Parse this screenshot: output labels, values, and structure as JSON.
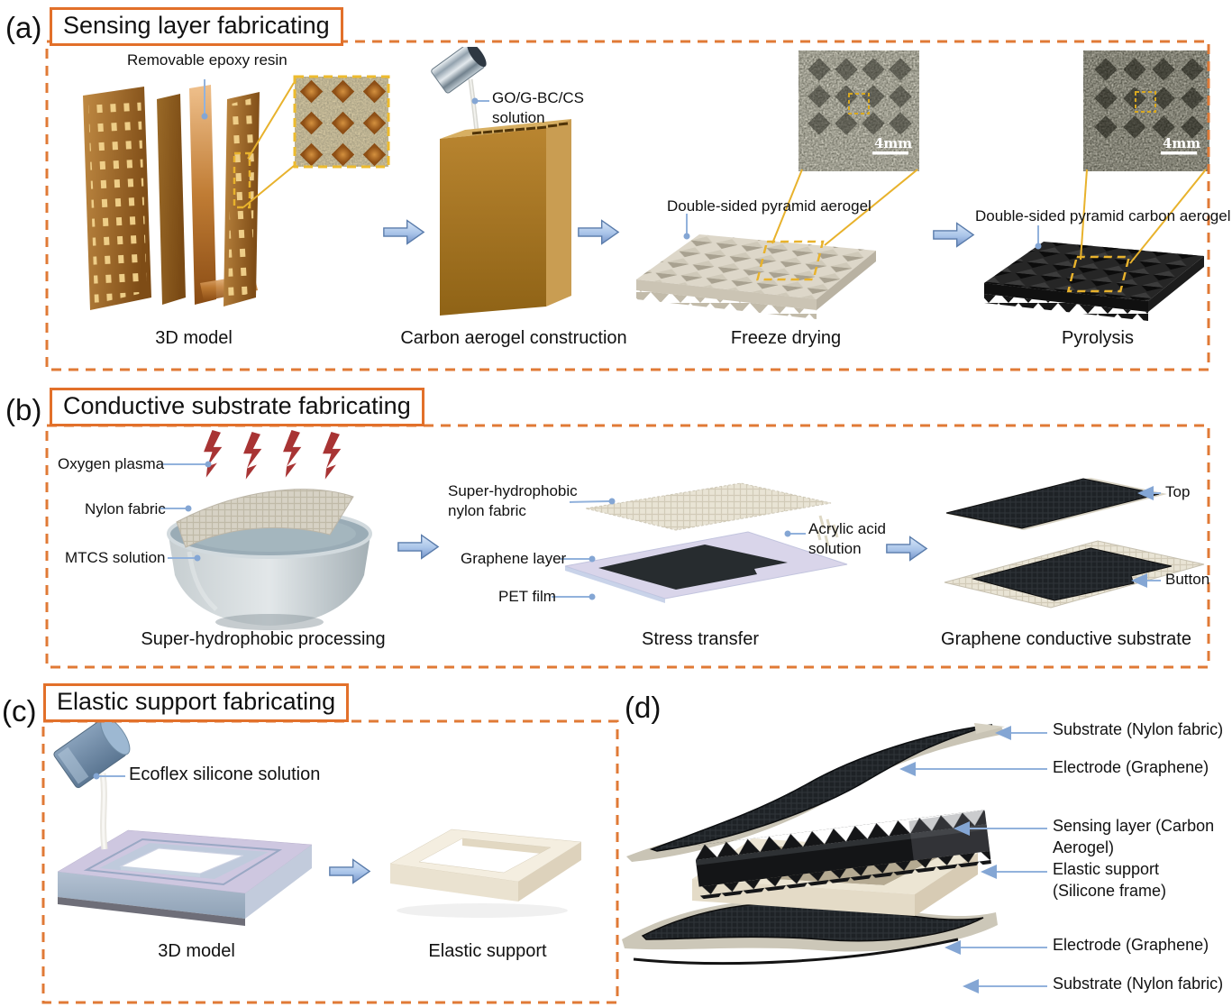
{
  "panel_a": {
    "tag": "(a)",
    "title": "Sensing layer fabricating",
    "label_epoxy": "Removable epoxy resin",
    "label_solution_line1": "GO/G-BC/CS",
    "label_solution_line2": "solution",
    "label_aerogel": "Double-sided pyramid aerogel",
    "label_carbon_aerogel": "Double-sided pyramid carbon aerogel",
    "scalebar_freeze": "4mm",
    "scalebar_pyrolysis": "4mm",
    "caption_step1": "3D model",
    "caption_step2": "Carbon aerogel construction",
    "caption_step3": "Freeze drying",
    "caption_step4": "Pyrolysis"
  },
  "panel_b": {
    "tag": "(b)",
    "title": "Conductive substrate fabricating",
    "label_oxygen_plasma": "Oxygen plasma",
    "label_nylon_fabric": "Nylon fabric",
    "label_mtcs": "MTCS solution",
    "label_shnf_line1": "Super-hydrophobic",
    "label_shnf_line2": "nylon fabric",
    "label_graphene_layer": "Graphene layer",
    "label_pet_film": "PET film",
    "label_acrylic_line1": "Acrylic acid",
    "label_acrylic_line2": "solution",
    "label_top": "Top",
    "label_button": "Button",
    "caption_step1": "Super-hydrophobic processing",
    "caption_step2": "Stress transfer",
    "caption_step3": "Graphene conductive substrate"
  },
  "panel_c": {
    "tag": "(c)",
    "title": "Elastic support fabricating",
    "label_ecoflex": "Ecoflex silicone solution",
    "caption_step1": "3D model",
    "caption_step2": "Elastic support"
  },
  "panel_d": {
    "tag": "(d)",
    "label_substrate_top": "Substrate (Nylon fabric)",
    "label_electrode_top": "Electrode (Graphene)",
    "label_sensing_line1": "Sensing layer (Carbon",
    "label_sensing_line2": "Aerogel)",
    "label_elastic_line1": "Elastic support",
    "label_elastic_line2": "(Silicone frame)",
    "label_electrode_bottom": "Electrode (Graphene)",
    "label_substrate_bottom": "Substrate (Nylon fabric)"
  },
  "colors": {
    "panel_border_orange": "#e2702a",
    "dashed_border_orange": "#e07a36",
    "process_arrow_blue": "#a9c4e9",
    "leader_line_blue": "#92b2dc",
    "highlight_yellow": "#e8b22c",
    "plasma_red": "#a83434"
  }
}
